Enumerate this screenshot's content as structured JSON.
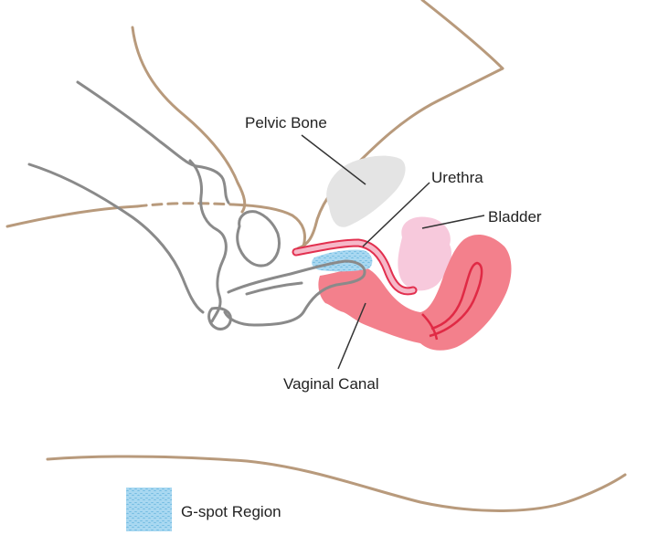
{
  "labels": {
    "pelvic_bone": "Pelvic Bone",
    "urethra": "Urethra",
    "bladder": "Bladder",
    "vaginal_canal": "Vaginal Canal"
  },
  "legend": {
    "label": "G-spot Region"
  },
  "colors": {
    "skin_outline": "#b89a7c",
    "hand_outline": "#8a8a8a",
    "bone_fill": "#e4e4e4",
    "urethra_fill": "#f6b8c8",
    "urethra_stroke": "#e2304f",
    "bladder_fill": "#f7c9dc",
    "uterus_fill": "#f3808c",
    "uterus_stroke": "#e02a45",
    "gspot_fill": "#a9d8f1",
    "gspot_dots": "#6cb8e0",
    "leader_line": "#333333"
  }
}
